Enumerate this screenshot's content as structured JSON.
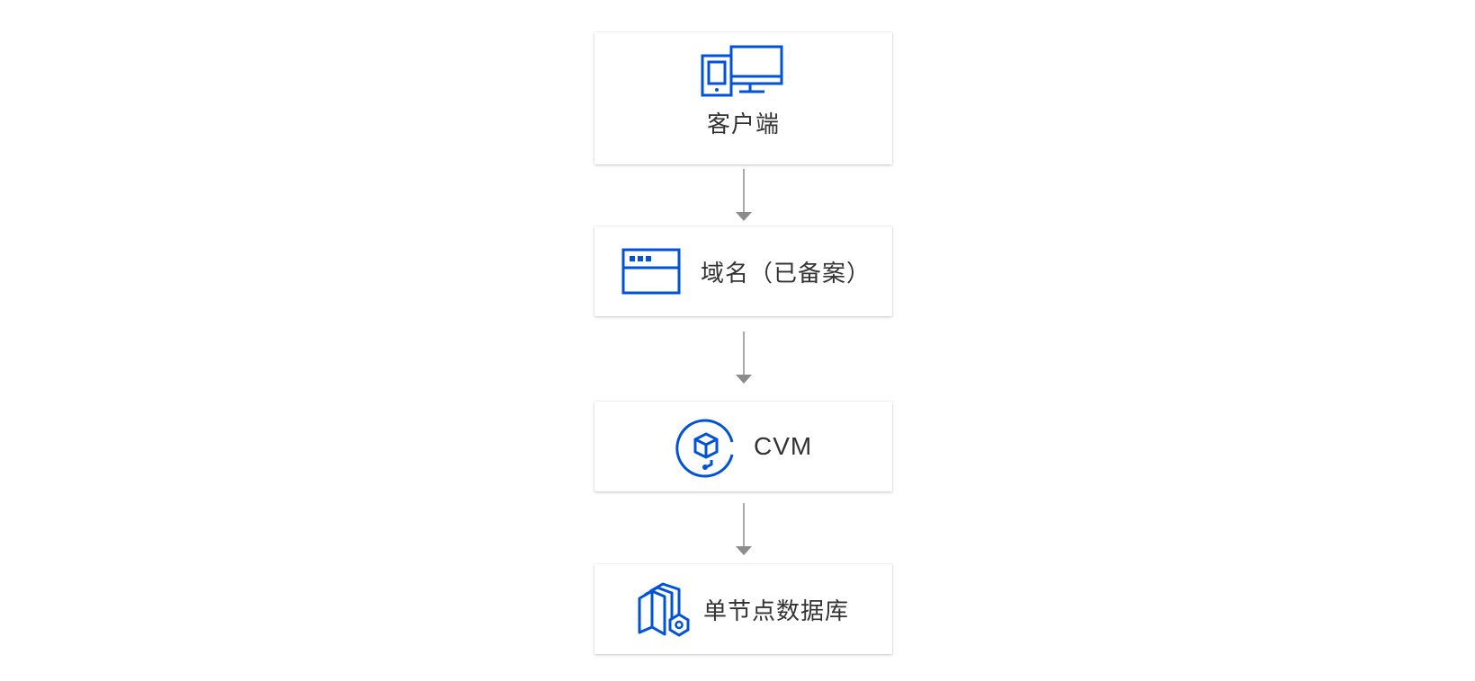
{
  "diagram": {
    "nodes": [
      {
        "id": "client",
        "label": "客户端",
        "icon": "client-devices-icon"
      },
      {
        "id": "domain",
        "label": "域名（已备案）",
        "icon": "browser-window-icon"
      },
      {
        "id": "cvm",
        "label": "CVM",
        "icon": "cvm-icon"
      },
      {
        "id": "database",
        "label": "单节点数据库",
        "icon": "database-icon"
      }
    ],
    "edges": [
      {
        "from": "client",
        "to": "domain"
      },
      {
        "from": "domain",
        "to": "cvm"
      },
      {
        "from": "cvm",
        "to": "database"
      }
    ]
  },
  "colors": {
    "icon": "#0052d9",
    "arrow": "#8c8c8c",
    "text": "#333333"
  }
}
